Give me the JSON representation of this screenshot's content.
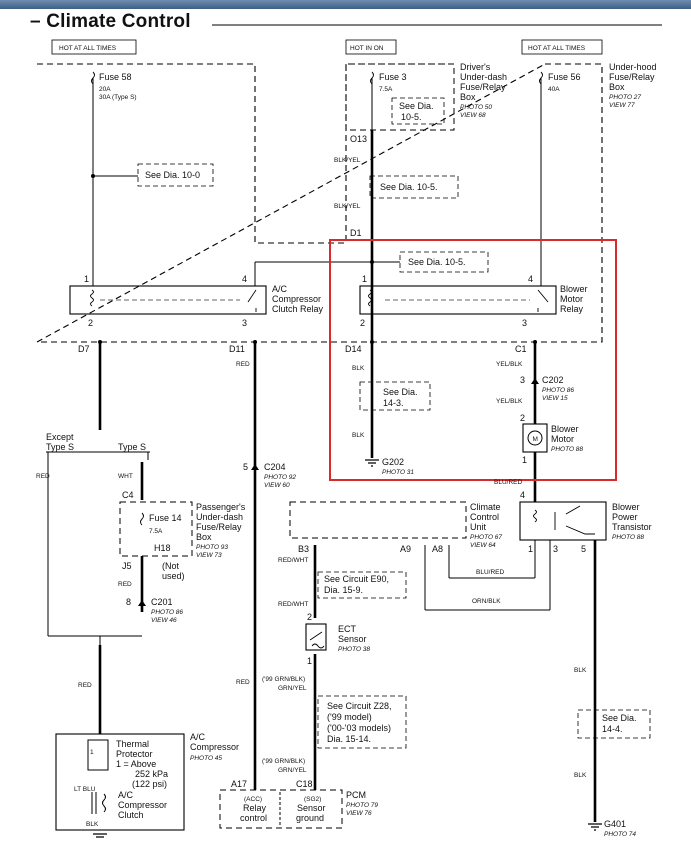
{
  "title": "– Climate Control",
  "labels": {
    "hot_all_1": "HOT AT ALL TIMES",
    "hot_in_on": "HOT IN ON",
    "hot_all_2": "HOT AT ALL TIMES",
    "fuse58": "Fuse 58",
    "fuse58_a": "20A",
    "fuse58_b": "30A (Type S)",
    "fuse3": "Fuse 3",
    "fuse3_a": "7.5A",
    "drv_box_1": "Driver's",
    "drv_box_2": "Under-dash",
    "drv_box_3": "Fuse/Relay",
    "drv_box_4": "Box",
    "drv_photo": "PHOTO 50",
    "drv_view": "VIEW 68",
    "dia105a_1": "See Dia.",
    "dia105a_2": "10-5.",
    "fuse56": "Fuse 56",
    "fuse56_a": "40A",
    "uh_box_1": "Under-hood",
    "uh_box_2": "Fuse/Relay",
    "uh_box_3": "Box",
    "uh_photo": "PHOTO 27",
    "uh_view": "VIEW 77",
    "o13": "O13",
    "blkyel1": "BLK/YEL",
    "dia105b": "See Dia.  10-5.",
    "blkyel2": "BLK/YEL",
    "d1": "D1",
    "dia100": "See Dia. 10-0",
    "dia105c": "See Dia.  10-5.",
    "ac_relay_1": "A/C",
    "ac_relay_2": "Compressor",
    "ac_relay_3": "Clutch Relay",
    "bm_relay_1": "Blower",
    "bm_relay_2": "Motor",
    "bm_relay_3": "Relay",
    "p1a": "1",
    "p4a": "4",
    "p2a": "2",
    "p3a": "3",
    "p1b": "1",
    "p4b": "4",
    "p2b": "2",
    "p3b": "3",
    "d7": "D7",
    "d11": "D11",
    "d14": "D14",
    "c1": "C1",
    "red1": "RED",
    "blk1": "BLK",
    "yelblk1": "YEL/BLK",
    "dia143_1": "See Dia.",
    "dia143_2": "14-3.",
    "c202": "C202",
    "c202_photo": "PHOTO 86",
    "c202_view": "VIEW 15",
    "c202_pin": "3",
    "yelblk2": "YEL/BLK",
    "bm_pin2": "2",
    "bm_pin1": "1",
    "bm_1": "Blower",
    "bm_2": "Motor",
    "bm_photo": "PHOTO 88",
    "bm_symbol": "M",
    "blk2": "BLK",
    "g202": "G202",
    "g202_photo": "PHOTO 31",
    "blured1": "BLU/RED",
    "except_1": "Except",
    "except_2": "Type S",
    "types": "Type S",
    "red2": "RED",
    "wht": "WHT",
    "c204_pin": "5",
    "c204": "C204",
    "c204_photo": "PHOTO 92",
    "c204_view": "VIEW 60",
    "c4": "C4",
    "pass_1": "Passenger's",
    "pass_2": "Under-dash",
    "pass_3": "Fuse/Relay",
    "pass_4": "Box",
    "pass_photo": "PHOTO 93",
    "pass_view": "VIEW 73",
    "fuse14": "Fuse 14",
    "fuse14_a": "7.5A",
    "h18": "H18",
    "notused_1": "(Not",
    "notused_2": "used)",
    "j5": "J5",
    "red3": "RED",
    "c201_pin": "8",
    "c201": "C201",
    "c201_photo": "PHOTO 86",
    "c201_view": "VIEW 46",
    "ccu_1": "Climate",
    "ccu_2": "Control",
    "ccu_3": "Unit",
    "ccu_photo": "PHOTO 67",
    "ccu_view": "VIEW 64",
    "b3": "B3",
    "a9": "A9",
    "a8": "A8",
    "redwht1": "RED/WHT",
    "redwht2": "RED/WHT",
    "e90_1": "See Circuit E90,",
    "e90_2": "Dia. 15-9.",
    "blured2": "BLU/RED",
    "orn_blk": "ORN/BLK",
    "bpt_pin4": "4",
    "bpt_pin1": "1",
    "bpt_pin3": "3",
    "bpt_pin5": "5",
    "bpt_1": "Blower",
    "bpt_2": "Power",
    "bpt_3": "Transistor",
    "bpt_photo": "PHOTO 88",
    "ect_pin2": "2",
    "ect_pin1": "1",
    "ect_1": "ECT",
    "ect_2": "Sensor",
    "ect_photo": "PHOTO 38",
    "red4": "RED",
    "red5": "RED",
    "grn1": "('99 GRN/BLK)",
    "grn2": "GRN/YEL",
    "z28_1": "See Circuit Z28,",
    "z28_2": "('99 model)",
    "z28_3": "('00-'03 models)",
    "z28_4": "Dia. 15-14.",
    "blk3": "BLK",
    "dia144_1": "See Dia.",
    "dia144_2": "14-4.",
    "blk4": "BLK",
    "grn3": "('99 GRN/BLK)",
    "grn4": "GRN/YEL",
    "tp_1": "Thermal",
    "tp_2": "Protector",
    "tp_3": "1 =  Above",
    "tp_4": "252 kPa",
    "tp_5": "(122 psi)",
    "tp_pin": "1",
    "acc_1": "A/C",
    "acc_2": "Compressor",
    "acc_photo": "PHOTO 45",
    "ltblu": "LT BLU",
    "acc_c_1": "A/C",
    "acc_c_2": "Compressor",
    "acc_c_3": "Clutch",
    "blk5": "BLK",
    "a17": "A17",
    "c18": "C18",
    "acc": "(ACC)",
    "relay_1": "Relay",
    "relay_2": "control",
    "sg2": "(SG2)",
    "sensor_1": "Sensor",
    "sensor_2": "ground",
    "pcm": "PCM",
    "pcm_photo": "PHOTO 79",
    "pcm_view": "VIEW 76",
    "g401": "G401",
    "g401_photo": "PHOTO 74"
  },
  "colors": {
    "highlight": "#d92b2b",
    "banner": "#4f6f95"
  }
}
